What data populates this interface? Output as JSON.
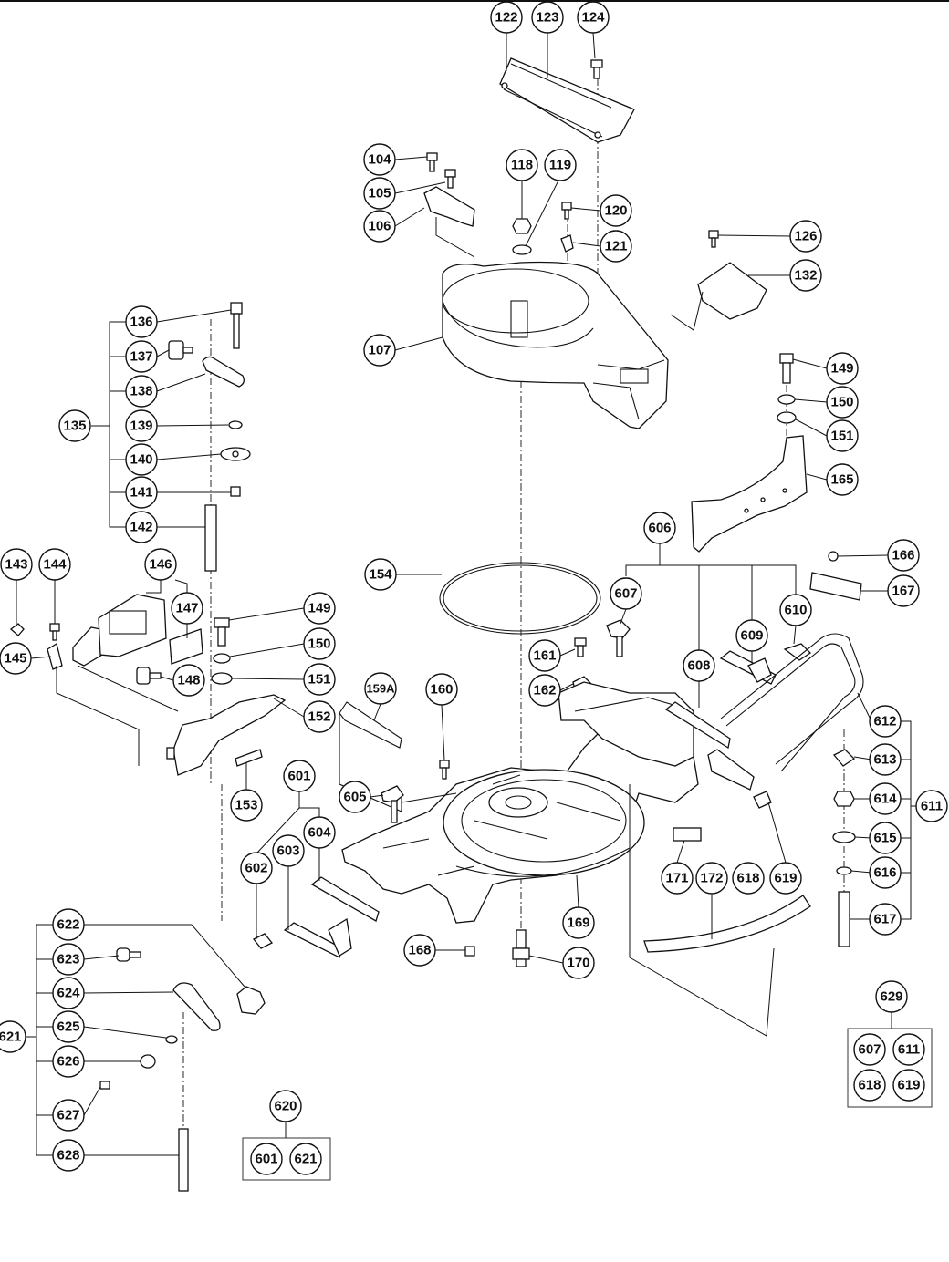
{
  "parts": {
    "p122": "122",
    "p123": "123",
    "p124": "124",
    "p104": "104",
    "p105": "105",
    "p106": "106",
    "p107": "107",
    "p118": "118",
    "p119": "119",
    "p120": "120",
    "p121": "121",
    "p126": "126",
    "p132": "132",
    "p135": "135",
    "p136": "136",
    "p137": "137",
    "p138": "138",
    "p139": "139",
    "p140": "140",
    "p141": "141",
    "p142": "142",
    "p143": "143",
    "p144": "144",
    "p145": "145",
    "p146": "146",
    "p147": "147",
    "p148": "148",
    "p149a": "149",
    "p150a": "150",
    "p151a": "151",
    "p149b": "149",
    "p150b": "150",
    "p151b": "151",
    "p152": "152",
    "p153": "153",
    "p154": "154",
    "p159a": "159A",
    "p160": "160",
    "p161": "161",
    "p162": "162",
    "p165": "165",
    "p166": "166",
    "p167": "167",
    "p168": "168",
    "p169": "169",
    "p170": "170",
    "p171": "171",
    "p172": "172",
    "p601": "601",
    "p602": "602",
    "p603": "603",
    "p604": "604",
    "p605": "605",
    "p606": "606",
    "p607": "607",
    "p608": "608",
    "p609": "609",
    "p610": "610",
    "p611": "611",
    "p612": "612",
    "p613": "613",
    "p614": "614",
    "p615": "615",
    "p616": "616",
    "p617": "617",
    "p618": "618",
    "p619": "619",
    "p620": "620",
    "p621": "621",
    "p622": "622",
    "p623": "623",
    "p624": "624",
    "p625": "625",
    "p626": "626",
    "p627": "627",
    "p628": "628",
    "p629": "629"
  },
  "kits": {
    "k620": {
      "items": [
        "601",
        "621"
      ]
    },
    "k629": {
      "items": [
        "607",
        "611",
        "618",
        "619"
      ]
    }
  }
}
